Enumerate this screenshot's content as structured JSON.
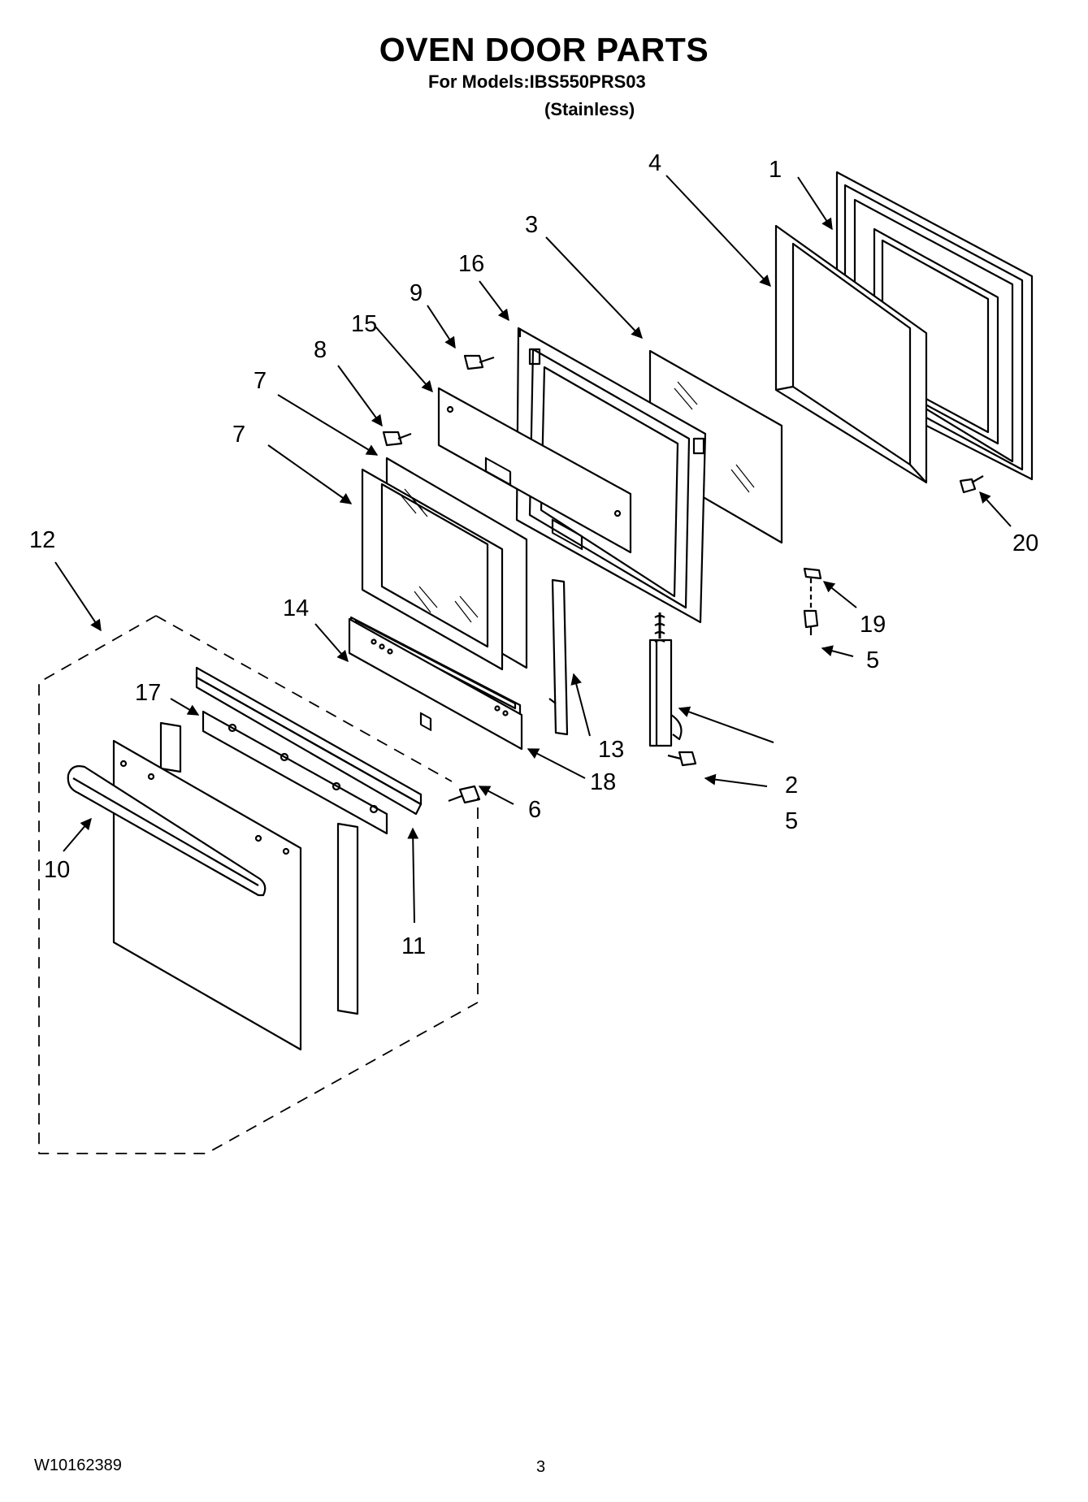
{
  "header": {
    "title": "OVEN DOOR PARTS",
    "models": "For Models:IBS550PRS03",
    "variant": "(Stainless)"
  },
  "callouts": [
    "1",
    "2",
    "3",
    "4",
    "5",
    "5",
    "6",
    "7",
    "7",
    "8",
    "9",
    "10",
    "11",
    "12",
    "13",
    "14",
    "15",
    "16",
    "17",
    "18",
    "19",
    "20"
  ],
  "footer": {
    "doc_id": "W10162389",
    "page": "3"
  },
  "colors": {
    "line": "#000000",
    "background": "#ffffff"
  }
}
